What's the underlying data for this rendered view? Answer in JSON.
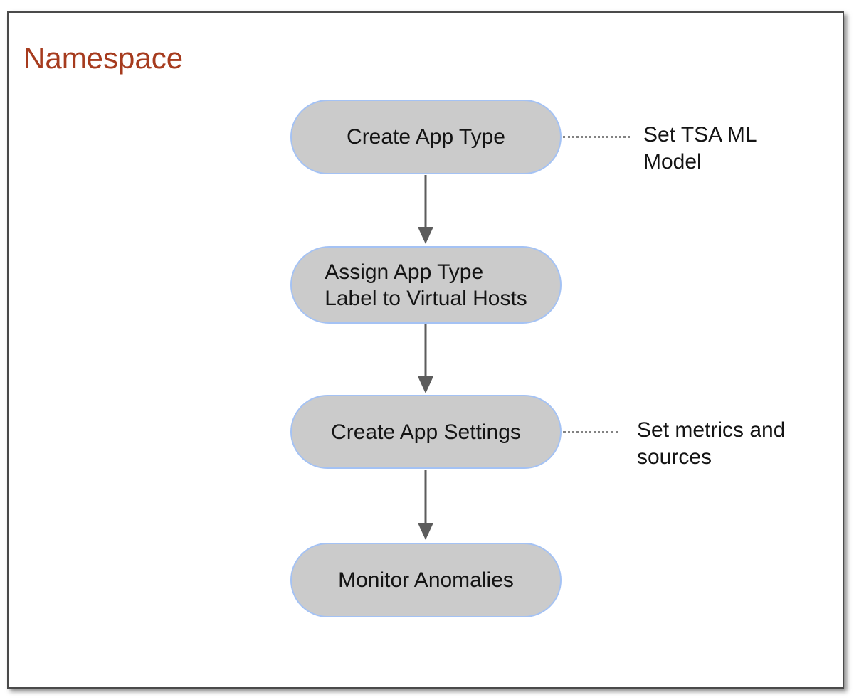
{
  "diagram": {
    "title": "Namespace",
    "nodes": [
      {
        "label": "Create App Type",
        "annotation": "Set TSA ML\nModel"
      },
      {
        "label": "Assign App Type\nLabel to Virtual Hosts"
      },
      {
        "label": "Create App Settings",
        "annotation": "Set metrics and\nsources"
      },
      {
        "label": "Monitor Anomalies"
      }
    ],
    "colors": {
      "title": "#a63b1e",
      "text": "#141414",
      "node_fill": "#cbcbcb",
      "node_border": "#a4c2f4",
      "arrow": "#5c5c5c",
      "dotted_line": "#828282",
      "frame_border": "#4a4a4a"
    }
  }
}
